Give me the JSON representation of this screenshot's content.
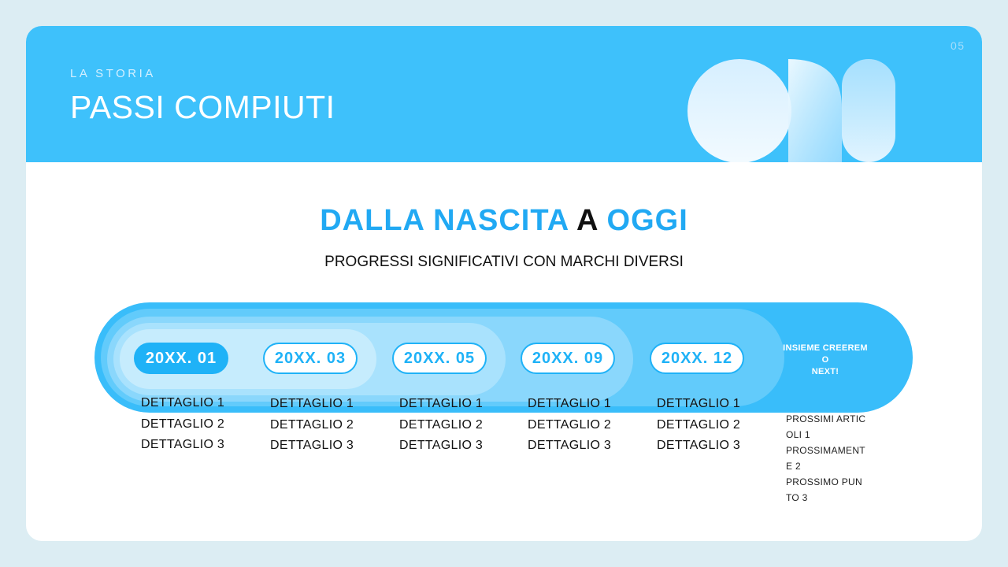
{
  "header": {
    "kicker": "LA STORIA",
    "title": "PASSI COMPIUTI",
    "page_number": "05",
    "accent": "#3ec1fb"
  },
  "headline": {
    "part1": "DALLA NASCITA",
    "part2": "A",
    "part3": "OGGI"
  },
  "subtitle": "PROGRESSI SIGNIFICATIVI CON MARCHI DIVERSI",
  "timeline": {
    "milestones": [
      {
        "label": "20XX. 01",
        "active": true
      },
      {
        "label": "20XX. 03",
        "active": false
      },
      {
        "label": "20XX. 05",
        "active": false
      },
      {
        "label": "20XX. 09",
        "active": false
      },
      {
        "label": "20XX. 12",
        "active": false
      }
    ],
    "details": [
      "DETTAGLIO 1",
      "DETTAGLIO 2",
      "DETTAGLIO 3"
    ],
    "next": {
      "label_line1": "INSIEME CREEREM",
      "label_line2": "O",
      "label_line3": "NEXT!",
      "items": [
        "PROSSIMI ARTIC OLI 1",
        "PROSSIMAMENT E 2",
        "PROSSIMO PUN TO 3"
      ]
    }
  }
}
